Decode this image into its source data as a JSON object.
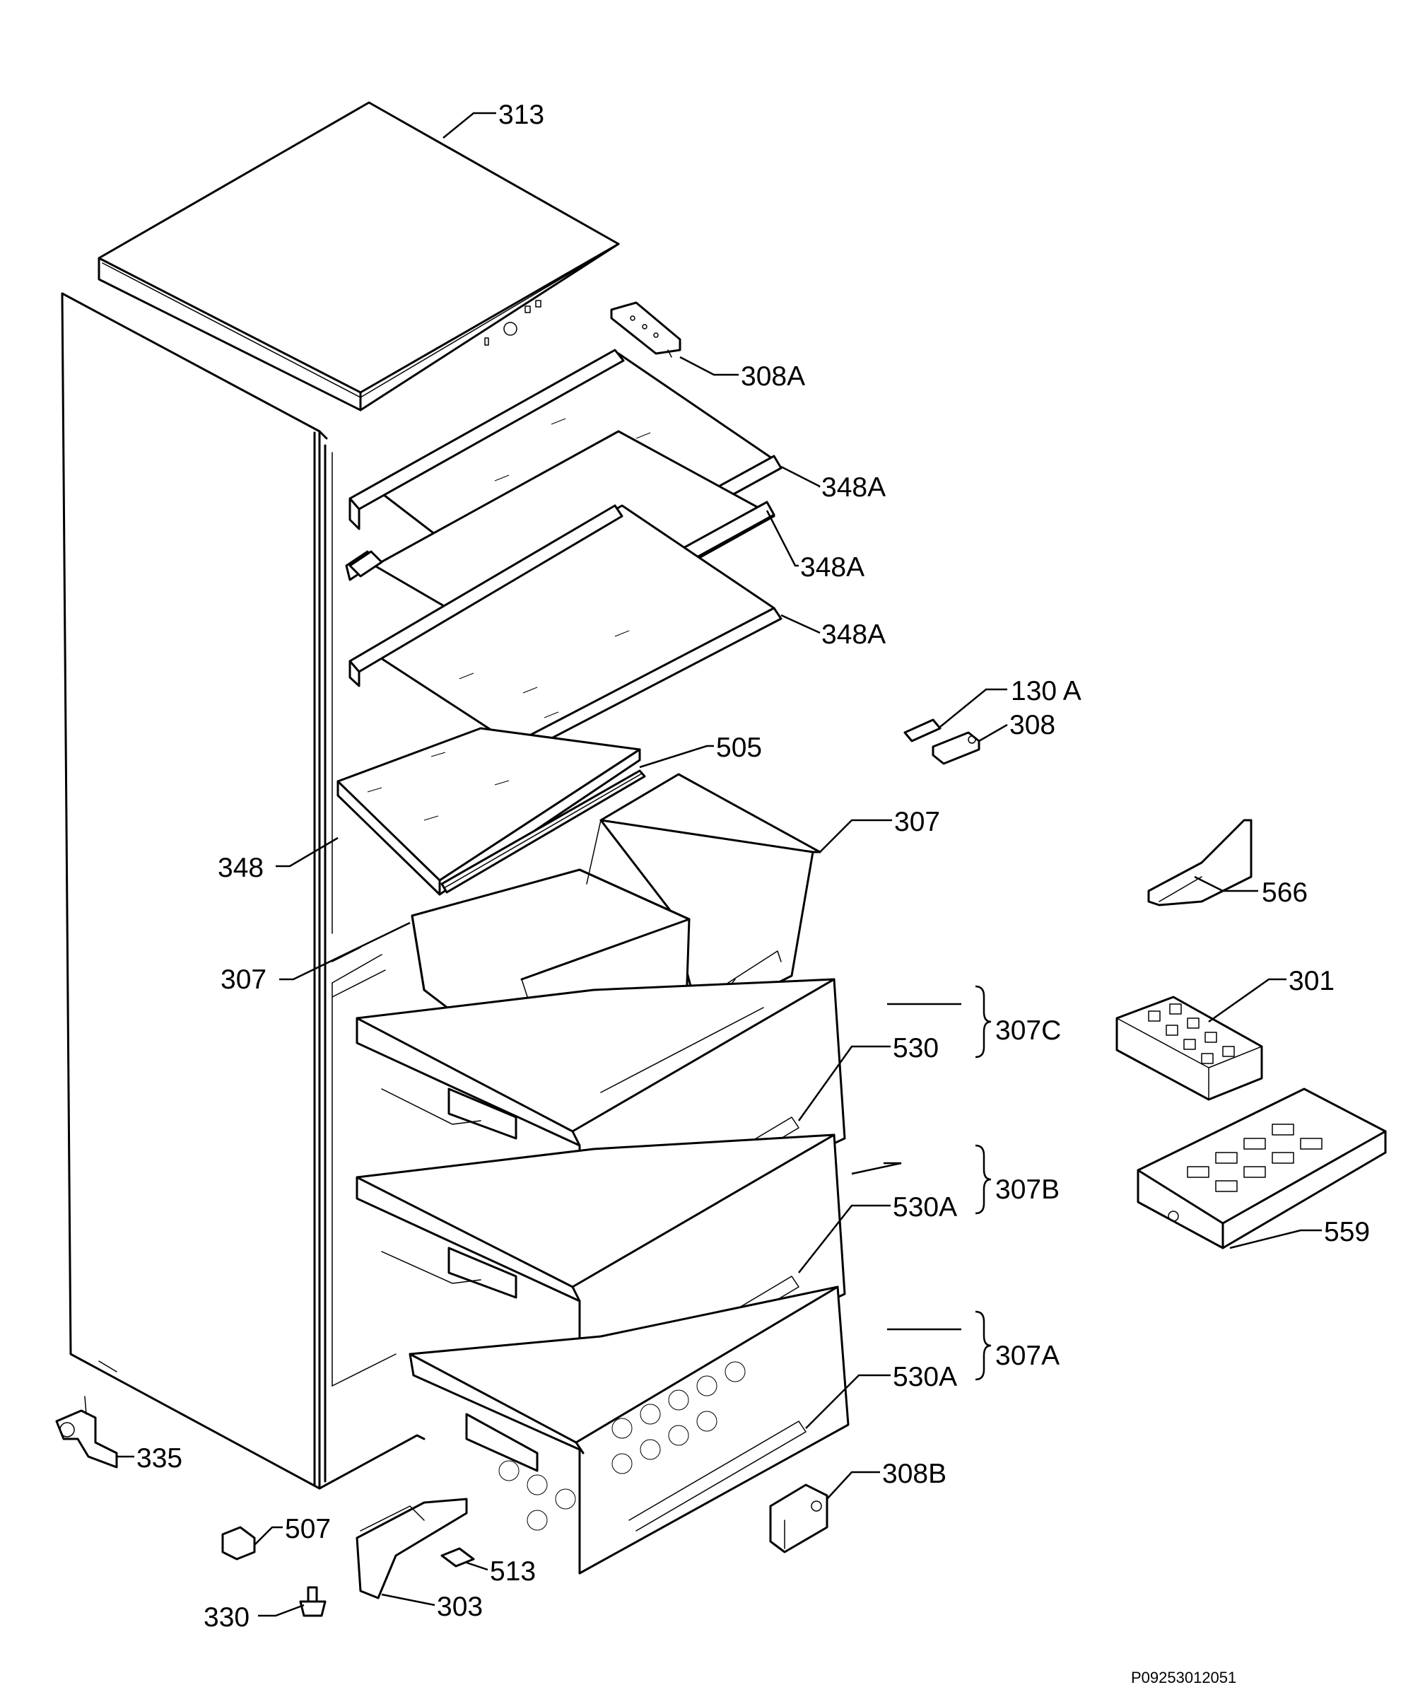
{
  "labels": {
    "p313": "313",
    "p308a": "308A",
    "p348a_1": "348A",
    "p348a_2": "348A",
    "p348a_3": "348A",
    "p130a": "130 A",
    "p308": "308",
    "p505": "505",
    "p307_right": "307",
    "p348": "348",
    "p566": "566",
    "p307_left": "307",
    "p301": "301",
    "p307c": "307C",
    "p530": "530",
    "p307b": "307B",
    "p530a_1": "530A",
    "p559": "559",
    "p307a": "307A",
    "p530a_2": "530A",
    "p335": "335",
    "p308b": "308B",
    "p507": "507",
    "p513": "513",
    "p303": "303",
    "p330": "330"
  },
  "reference_code": "P09253012051"
}
